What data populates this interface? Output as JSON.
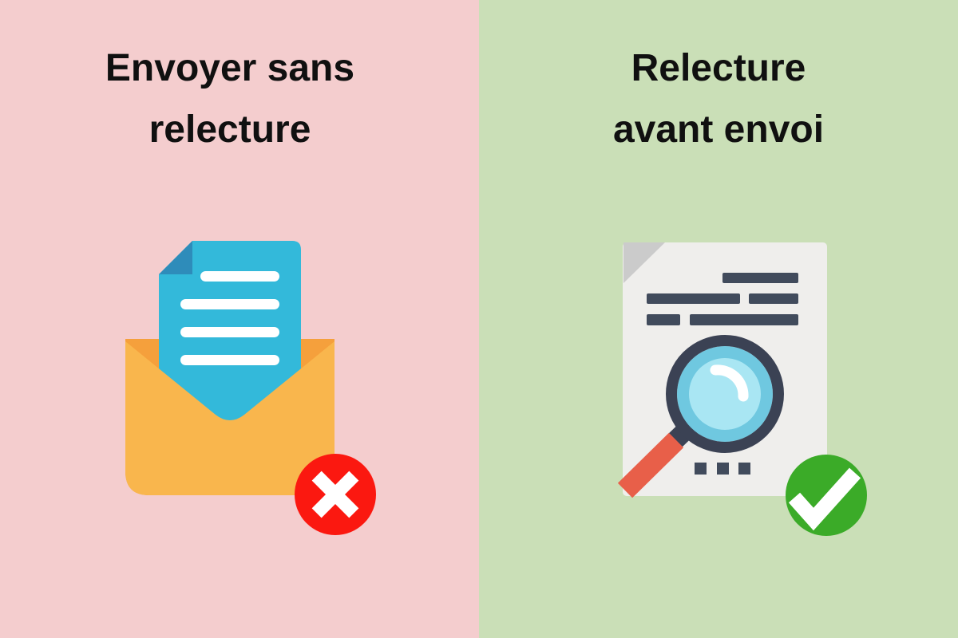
{
  "infographic": {
    "type": "comparison",
    "left_panel": {
      "title_line1": "Envoyer sans",
      "title_line2": "relecture",
      "icon": "open-envelope-letter-icon",
      "badge": "cross-error-badge",
      "background_color": "#F4CDCE"
    },
    "right_panel": {
      "title_line1": "Relecture",
      "title_line2": "avant envoi",
      "icon": "document-magnifier-icon",
      "badge": "check-success-badge",
      "background_color": "#CADFB7"
    },
    "colors": {
      "left_background": "#F4CDCE",
      "right_background": "#CADFB7",
      "title_text": "#101010",
      "envelope_front": "#F9B64D",
      "envelope_inner": "#F5A03C",
      "letter_blue": "#33B9DA",
      "letter_fold_blue": "#2E8CBA",
      "letter_lines": "#FFFFFF",
      "error_red": "#FB1810",
      "paper_gray": "#EFEEEC",
      "paper_fold_gray": "#CBCBCB",
      "text_bars_slate": "#414B5C",
      "magnifier_ring": "#3B4254",
      "magnifier_handle_red": "#E85F49",
      "lens_blue_outer": "#6FC8E0",
      "lens_blue_inner": "#A9E6F3",
      "success_green": "#3BAB28"
    }
  }
}
